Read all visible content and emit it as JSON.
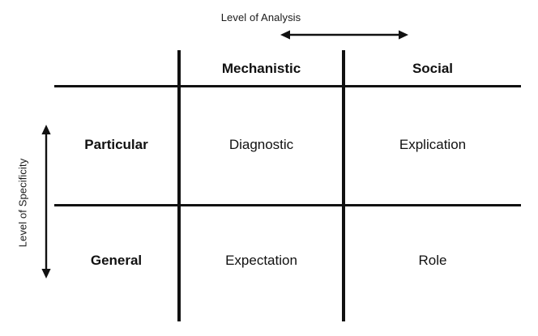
{
  "diagram": {
    "title_present": false,
    "background_color": "#ffffff",
    "line_color": "#111111",
    "text_color": "#111111"
  },
  "axes": {
    "horizontal": {
      "label": "Level of Analysis",
      "arrow": "double-headed-horizontal-arrow"
    },
    "vertical": {
      "label": "Level of Specificity",
      "arrow": "double-headed-vertical-arrow"
    }
  },
  "matrix": {
    "column_headers": [
      "Mechanistic",
      "Social"
    ],
    "row_headers": [
      "Particular",
      "General"
    ],
    "cells": [
      [
        "Diagnostic",
        "Explication"
      ],
      [
        "Expectation",
        "Role"
      ]
    ]
  },
  "chart_data": {
    "type": "table",
    "title": "",
    "xlabel": "Level of Analysis",
    "ylabel": "Level of Specificity",
    "categories": [
      "Mechanistic",
      "Social"
    ],
    "rows": [
      "Particular",
      "General"
    ],
    "values": [
      [
        "Diagnostic",
        "Explication"
      ],
      [
        "Expectation",
        "Role"
      ]
    ]
  }
}
